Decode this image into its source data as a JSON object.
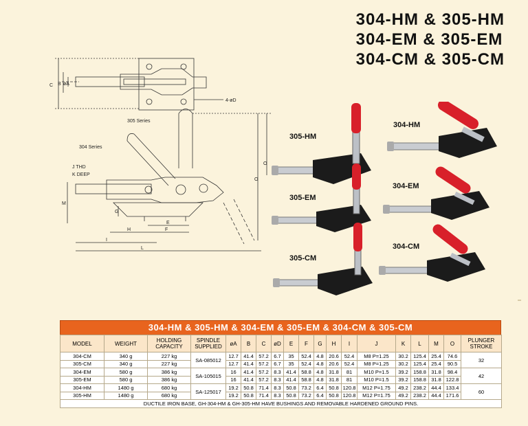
{
  "titles": [
    "304-HM & 305-HM",
    "304-EM & 305-EM",
    "304-CM & 305-CM"
  ],
  "drawing_labels": {
    "c": "C",
    "b": "B",
    "a": "øA",
    "d": "4-øD",
    "s305": "305 Series",
    "s304": "304 Series",
    "j": "J THD",
    "k": "K DEEP",
    "o1": "O",
    "o2": "O",
    "m": "M",
    "g": "G",
    "e": "E",
    "h": "H",
    "f": "F",
    "i": "I",
    "l": "L"
  },
  "product_labels": {
    "p305hm": "305-HM",
    "p304hm": "304-HM",
    "p305em": "305-EM",
    "p304em": "304-EM",
    "p305cm": "305-CM",
    "p304cm": "304-CM"
  },
  "colors": {
    "header_bg": "#e8641e",
    "header_text": "#ffffff",
    "col_head_bg": "#fbe6c9",
    "handle_red": "#d8202a"
  },
  "table": {
    "title": "304-HM & 305-HM & 304-EM & 305-EM & 304-CM & 305-CM",
    "headers": [
      "MODEL",
      "WEIGHT",
      "HOLDING CAPACITY",
      "SPINDLE SUPPLIED",
      "øA",
      "B",
      "C",
      "øD",
      "E",
      "F",
      "G",
      "H",
      "I",
      "J",
      "K",
      "L",
      "M",
      "O",
      "PLUNGER STROKE"
    ],
    "rows": [
      [
        "304-CM",
        "340 g",
        "227 kg",
        "12.7",
        "41.4",
        "57.2",
        "6.7",
        "35",
        "52.4",
        "4.8",
        "20.6",
        "52.4",
        "M8 P=1.25",
        "30.2",
        "125.4",
        "25.4",
        "74.6"
      ],
      [
        "305-CM",
        "340 g",
        "227 kg",
        "12.7",
        "41.4",
        "57.2",
        "6.7",
        "35",
        "52.4",
        "4.8",
        "20.6",
        "52.4",
        "M8 P=1.25",
        "30.2",
        "125.4",
        "25.4",
        "90.5"
      ],
      [
        "304-EM",
        "580 g",
        "386 kg",
        "16",
        "41.4",
        "57.2",
        "8.3",
        "41.4",
        "58.8",
        "4.8",
        "31.8",
        "81",
        "M10 P=1.5",
        "39.2",
        "158.8",
        "31.8",
        "98.4"
      ],
      [
        "305-EM",
        "580 g",
        "386 kg",
        "16",
        "41.4",
        "57.2",
        "8.3",
        "41.4",
        "58.8",
        "4.8",
        "31.8",
        "81",
        "M10 P=1.5",
        "39.2",
        "158.8",
        "31.8",
        "122.8"
      ],
      [
        "304-HM",
        "1480 g",
        "680 kg",
        "19.2",
        "50.8",
        "71.4",
        "8.3",
        "50.8",
        "73.2",
        "6.4",
        "50.8",
        "120.8",
        "M12 P=1.75",
        "49.2",
        "238.2",
        "44.4",
        "133.4"
      ],
      [
        "305-HM",
        "1480 g",
        "680 kg",
        "19.2",
        "50.8",
        "71.4",
        "8.3",
        "50.8",
        "73.2",
        "6.4",
        "50.8",
        "120.8",
        "M12 P=1.75",
        "49.2",
        "238.2",
        "44.4",
        "171.6"
      ]
    ],
    "spindles": [
      "SA-085012",
      "SA-105015",
      "SA-125017"
    ],
    "strokes": [
      "32",
      "42",
      "60"
    ],
    "footnote": "DUCTILE IRON BASE, GH-304-HM & GH-305-HM HAVE BUSHINGS AND REMOVABLE HARDENED GROUND PINS."
  }
}
